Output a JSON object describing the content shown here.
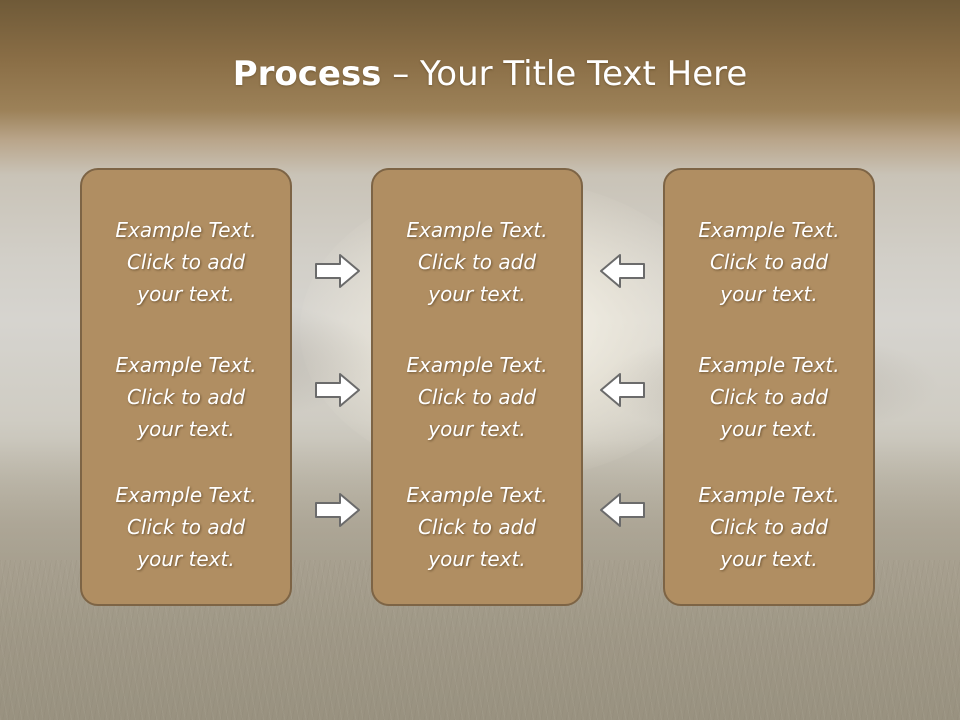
{
  "slide": {
    "title_bold": "Process",
    "title_rest": " – Your Title Text Here",
    "columns": [
      {
        "items": [
          {
            "line1": "Example Text.",
            "line2": "Click  to add",
            "line3": "your text."
          },
          {
            "line1": "Example Text.",
            "line2": "Click  to add",
            "line3": "your text."
          },
          {
            "line1": "Example Text.",
            "line2": "Click  to add",
            "line3": "your text."
          }
        ]
      },
      {
        "items": [
          {
            "line1": "Example Text.",
            "line2": "Click  to add",
            "line3": "your text."
          },
          {
            "line1": "Example Text.",
            "line2": "Click  to add",
            "line3": "your text."
          },
          {
            "line1": "Example Text.",
            "line2": "Click  to add",
            "line3": "your text."
          }
        ]
      },
      {
        "items": [
          {
            "line1": "Example Text.",
            "line2": "Click  to add",
            "line3": "your text."
          },
          {
            "line1": "Example Text.",
            "line2": "Click  to add",
            "line3": "your text."
          },
          {
            "line1": "Example Text.",
            "line2": "Click  to add",
            "line3": "your text."
          }
        ]
      }
    ],
    "arrows": {
      "left_group": "arrow-right-icon",
      "right_group": "arrow-left-icon"
    },
    "colors": {
      "box_fill": "#b08e62",
      "box_border": "#7d6445",
      "arrow_fill": "#ffffff",
      "arrow_stroke": "#6b6b6b"
    }
  }
}
